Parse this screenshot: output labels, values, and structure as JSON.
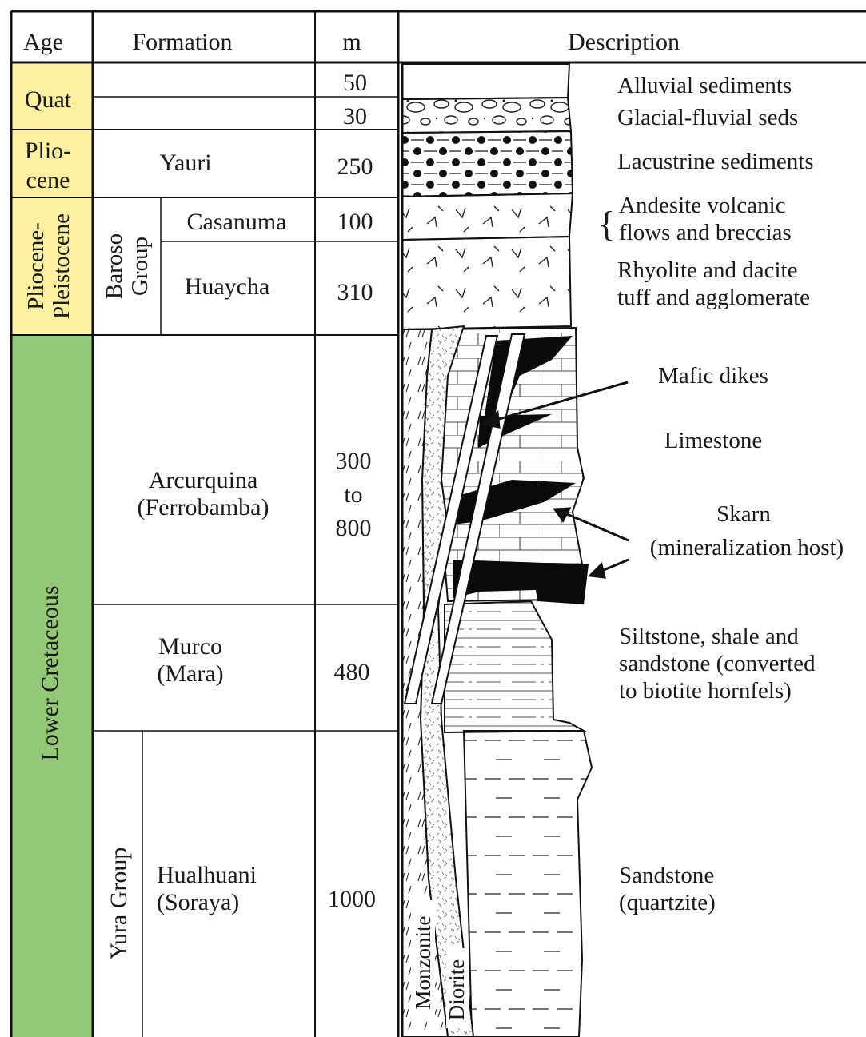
{
  "headers": {
    "age": "Age",
    "formation": "Formation",
    "thickness": "m",
    "description": "Description"
  },
  "ages": {
    "quat": "Quat",
    "pliocene_1": "Plio-",
    "pliocene_2": "cene",
    "plio_pleist_1": "Pliocene-",
    "plio_pleist_2": "Pleistocene",
    "lower_cretaceous": "Lower Cretaceous"
  },
  "age_colors": {
    "quat": "#fdf0a0",
    "pliocene": "#fdf0a0",
    "plio_pleist": "#fdf0a0",
    "lower_cretaceous": "#93c877"
  },
  "groups": {
    "baroso_1": "Baroso",
    "baroso_2": "Group",
    "yura": "Yura Group"
  },
  "formations": {
    "yauri": "Yauri",
    "casanuma": "Casanuma",
    "huaycha": "Huaycha",
    "arcurquina_1": "Arcurquina",
    "arcurquina_2": "(Ferrobamba)",
    "murco_1": "Murco",
    "murco_2": "(Mara)",
    "hualhuani_1": "Hualhuani",
    "hualhuani_2": "(Soraya)"
  },
  "thickness": {
    "alluvial": "50",
    "glacial": "30",
    "yauri": "250",
    "casanuma": "100",
    "huaycha": "310",
    "arcurquina_1": "300",
    "arcurquina_2": "to",
    "arcurquina_3": "800",
    "murco": "480",
    "hualhuani": "1000"
  },
  "descriptions": {
    "alluvial": "Alluvial sediments",
    "glacial": "Glacial-fluvial seds",
    "lacustrine": "Lacustrine sediments",
    "andesite_1": "Andesite volcanic",
    "andesite_2": "flows and breccias",
    "rhyolite_1": "Rhyolite and dacite",
    "rhyolite_2": "tuff and agglomerate",
    "mafic": "Mafic dikes",
    "limestone": "Limestone",
    "skarn_1": "Skarn",
    "skarn_2": "(mineralization host)",
    "siltstone_1": "Siltstone, shale and",
    "siltstone_2": "sandstone (converted",
    "siltstone_3": "to biotite hornfels)",
    "sandstone_1": "Sandstone",
    "sandstone_2": "(quartzite)"
  },
  "intrusions": {
    "monzonite": "Monzonite",
    "diorite": "Diorite"
  }
}
